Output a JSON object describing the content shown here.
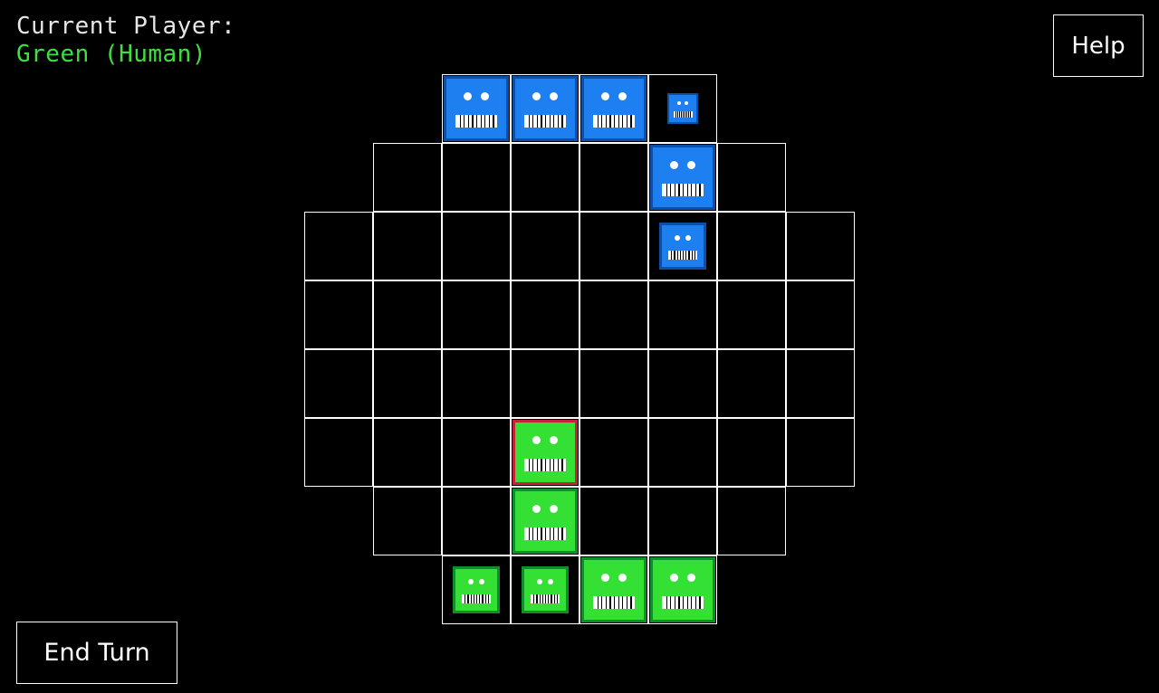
{
  "header": {
    "label": "Current Player:",
    "player": "Green (Human)"
  },
  "buttons": {
    "help": "Help",
    "end_turn": "End Turn"
  },
  "colors": {
    "blue_fill": "#1e7ff0",
    "blue_border": "#0a4fa8",
    "green_fill": "#35e035",
    "green_border": "#0f8f2a",
    "selected_border": "#c8203a",
    "player_text": "#3ee03e"
  },
  "board": {
    "rows": [
      {
        "row": 0,
        "cols": [
          2,
          3,
          4,
          5
        ]
      },
      {
        "row": 1,
        "cols": [
          1,
          2,
          3,
          4,
          5,
          6
        ]
      },
      {
        "row": 2,
        "cols": [
          0,
          1,
          2,
          3,
          4,
          5,
          6,
          7
        ]
      },
      {
        "row": 3,
        "cols": [
          0,
          1,
          2,
          3,
          4,
          5,
          6,
          7
        ]
      },
      {
        "row": 4,
        "cols": [
          0,
          1,
          2,
          3,
          4,
          5,
          6,
          7
        ]
      },
      {
        "row": 5,
        "cols": [
          0,
          1,
          2,
          3,
          4,
          5,
          6,
          7
        ]
      },
      {
        "row": 6,
        "cols": [
          1,
          2,
          3,
          4,
          5,
          6
        ]
      },
      {
        "row": 7,
        "cols": [
          2,
          3,
          4,
          5
        ]
      }
    ],
    "pieces": [
      {
        "team": "blue",
        "row": 0,
        "col": 2,
        "size": "large",
        "selected": false
      },
      {
        "team": "blue",
        "row": 0,
        "col": 3,
        "size": "large",
        "selected": false
      },
      {
        "team": "blue",
        "row": 0,
        "col": 4,
        "size": "large",
        "selected": false
      },
      {
        "team": "blue",
        "row": 0,
        "col": 5,
        "size": "small",
        "selected": false
      },
      {
        "team": "blue",
        "row": 1,
        "col": 5,
        "size": "large",
        "selected": false
      },
      {
        "team": "blue",
        "row": 2,
        "col": 5,
        "size": "medium",
        "selected": false
      },
      {
        "team": "green",
        "row": 5,
        "col": 3,
        "size": "large",
        "selected": true
      },
      {
        "team": "green",
        "row": 6,
        "col": 3,
        "size": "large",
        "selected": false
      },
      {
        "team": "green",
        "row": 7,
        "col": 2,
        "size": "medium",
        "selected": false
      },
      {
        "team": "green",
        "row": 7,
        "col": 3,
        "size": "medium",
        "selected": false
      },
      {
        "team": "green",
        "row": 7,
        "col": 4,
        "size": "large",
        "selected": false
      },
      {
        "team": "green",
        "row": 7,
        "col": 5,
        "size": "large",
        "selected": false
      }
    ]
  }
}
